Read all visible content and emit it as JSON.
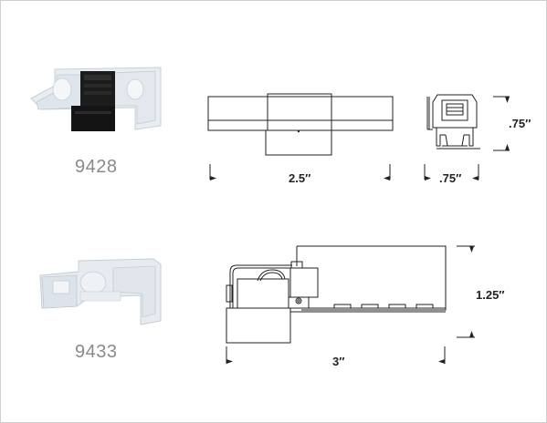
{
  "products": [
    {
      "part_number": "9428",
      "dimensions": {
        "length": "2.5″",
        "width": ".75″",
        "height": ".75″"
      }
    },
    {
      "part_number": "9433",
      "dimensions": {
        "length": "3″",
        "height": "1.25″"
      }
    }
  ]
}
